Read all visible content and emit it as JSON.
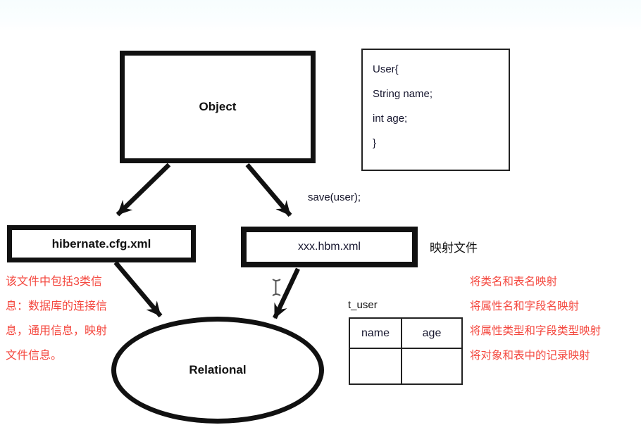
{
  "diagram": {
    "object_box": {
      "label": "Object"
    },
    "user_code_box": {
      "lines": [
        "User{",
        "String name;",
        "int age;",
        "}"
      ]
    },
    "save_label": "save(user);",
    "hibernate_box": {
      "label": "hibernate.cfg.xml"
    },
    "hbm_box": {
      "label": "xxx.hbm.xml"
    },
    "mapping_file_label": "映射文件",
    "left_note_lines": [
      "该文件中包括3类信",
      "息：数据库的连接信",
      "息，通用信息，映射",
      "文件信息。"
    ],
    "right_note_lines": [
      "将类名和表名映射",
      "将属性名和字段名映射",
      "将属性类型和字段类型映射",
      "将对象和表中的记录映射"
    ],
    "relational_ellipse": {
      "label": "Relational"
    },
    "table": {
      "title": "t_user",
      "columns": [
        "name",
        "age"
      ],
      "rows": [
        [
          "",
          ""
        ]
      ]
    },
    "colors": {
      "note_red": "#f4483f",
      "shape_black": "#111111"
    }
  }
}
